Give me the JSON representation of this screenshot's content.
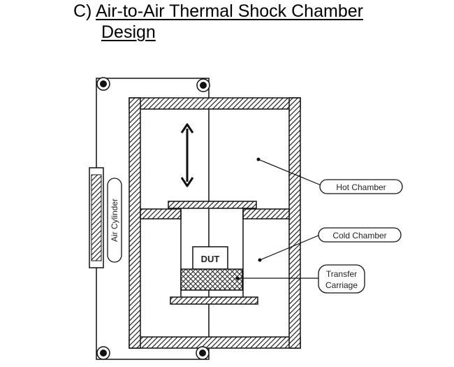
{
  "title": {
    "prefix": "C)",
    "line1": "Air-to-Air Thermal Shock Chamber",
    "line2": "Design"
  },
  "labels": {
    "hot_chamber": "Hot Chamber",
    "cold_chamber": "Cold Chamber",
    "transfer_line1": "Transfer",
    "transfer_line2": "Carriage",
    "air_cylinder": "Air Cylinder",
    "dut": "DUT"
  },
  "icons": {
    "arrow": "double-headed-vertical-arrow-icon",
    "bolt": "bolt-icon"
  }
}
